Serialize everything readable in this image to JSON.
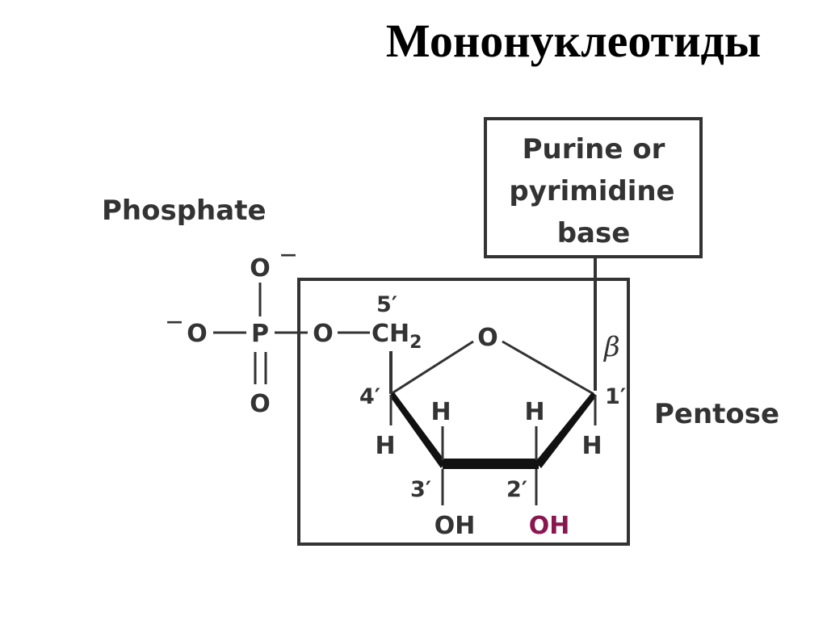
{
  "title": "Мононуклеотиды",
  "labels": {
    "phosphate": "Phosphate",
    "pentose": "Pentose",
    "base_line1": "Purine  or",
    "base_line2": "pyrimidine",
    "base_line3": "base",
    "beta": "β"
  },
  "atoms": {
    "o_top": "O",
    "o_minus_sup": "—",
    "minus_left": "—",
    "o_left": "O",
    "p": "P",
    "o_bridge": "O",
    "ch": "CH",
    "ch_sub": "2",
    "o_bottom": "O",
    "ring_o": "O",
    "h_4": "H",
    "h_3": "H",
    "h_2": "H",
    "h_1": "H",
    "oh_3": "OH",
    "oh_2": "OH"
  },
  "positions": {
    "c5": "5′",
    "c4": "4′",
    "c3": "3′",
    "c2": "2′",
    "c1": "1′"
  },
  "colors": {
    "text": "#333333",
    "highlight_oh": "#8a1650",
    "lines": "#333333"
  }
}
